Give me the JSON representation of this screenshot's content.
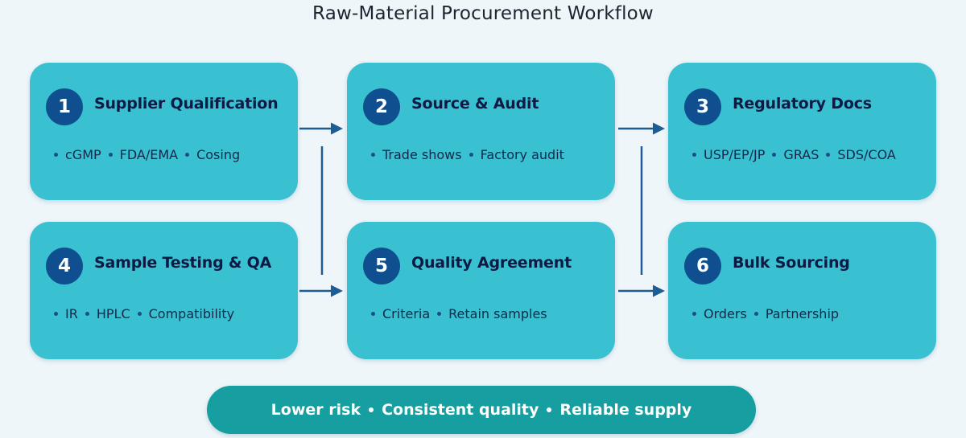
{
  "title": "Raw-Material Procurement Workflow",
  "steps": [
    {
      "number": "1",
      "title": "Supplier Qualification",
      "items": [
        "cGMP",
        "FDA/EMA",
        "Cosing"
      ]
    },
    {
      "number": "2",
      "title": "Source & Audit",
      "items": [
        "Trade shows",
        "Factory audit"
      ]
    },
    {
      "number": "3",
      "title": "Regulatory Docs",
      "items": [
        "USP/EP/JP",
        "GRAS",
        "SDS/COA"
      ]
    },
    {
      "number": "4",
      "title": "Sample Testing & QA",
      "items": [
        "IR",
        "HPLC",
        "Compatibility"
      ]
    },
    {
      "number": "5",
      "title": "Quality Agreement",
      "items": [
        "Criteria",
        "Retain samples"
      ]
    },
    {
      "number": "6",
      "title": "Bulk Sourcing",
      "items": [
        "Orders",
        "Partnership"
      ]
    }
  ],
  "banner": {
    "items": [
      "Lower risk",
      "Consistent quality",
      "Reliable supply"
    ]
  },
  "colors": {
    "card": "#39c1d2",
    "badge": "#0f4f8f",
    "arrow": "#1d5d93",
    "banner": "#169ea0"
  }
}
